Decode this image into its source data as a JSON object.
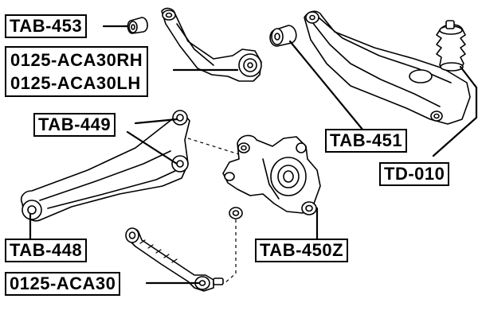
{
  "diagram": {
    "labels": {
      "tab_453": "TAB-453",
      "aca30_rh": "0125-ACA30RH",
      "aca30_lh": "0125-ACA30LH",
      "tab_449": "TAB-449",
      "tab_451": "TAB-451",
      "td_010": "TD-010",
      "tab_448": "TAB-448",
      "tab_450z": "TAB-450Z",
      "aca30": "0125-ACA30"
    },
    "colors": {
      "line": "#000000",
      "part_fill": "#ffffff",
      "background": "#ffffff"
    }
  }
}
